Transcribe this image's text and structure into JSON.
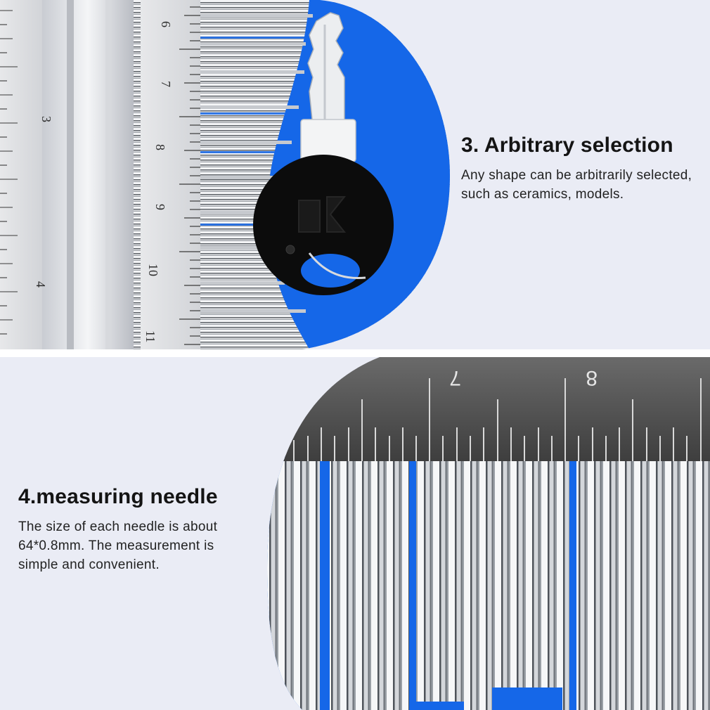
{
  "section_3": {
    "title": "3. Arbitrary selection",
    "body": "Any shape can be arbitrarily selected, such as ceramics, models.",
    "ruler_numbers": [
      "6",
      "7",
      "8",
      "9",
      "10",
      "11"
    ],
    "side_ruler_numbers": [
      "3",
      "4"
    ],
    "accent_color": "#1567e8"
  },
  "section_4": {
    "title": "4.measuring needle",
    "body": "The size of each needle is about 64*0.8mm. The measurement is simple and convenient.",
    "ruler_numbers": [
      "7",
      "8"
    ],
    "accent_color": "#1567e8"
  },
  "colors": {
    "background": "#eaecf5",
    "divider": "#ffffff",
    "needle_blue": "#1567e8",
    "ruler_dark": "#4a4a4a"
  }
}
